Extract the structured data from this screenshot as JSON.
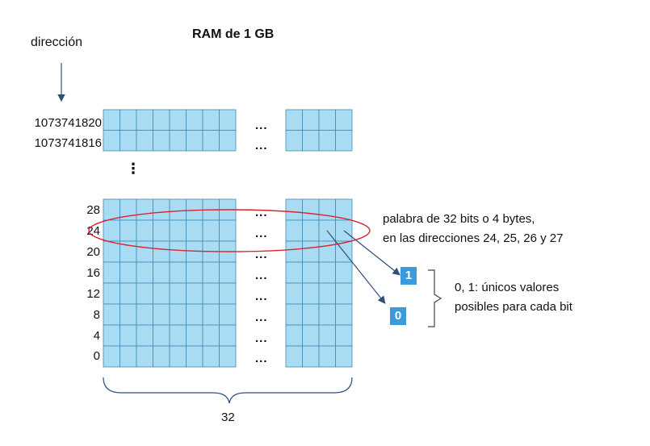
{
  "title": "RAM de 1 GB",
  "address_axis_label": "dirección",
  "top_addresses": [
    "1073741820",
    "1073741816"
  ],
  "bottom_addresses": [
    "28",
    "24",
    "20",
    "16",
    "12",
    "8",
    "4",
    "0"
  ],
  "ellipsis": "...",
  "vertical_ellipsis": "⋮",
  "word_note": {
    "line1": "palabra de 32 bits o 4 bytes,",
    "line2": "en las direcciones 24, 25, 26 y 27"
  },
  "bit_values": [
    "1",
    "0"
  ],
  "bit_note": {
    "line1": "0, 1: únicos valores",
    "line2": "posibles para cada bit"
  },
  "width_label": "32",
  "colors": {
    "cell_fill": "#a9dcf2",
    "cell_border": "#3c8bb4",
    "highlight": "#d9232e",
    "bit_box": "#3b9ad9",
    "arrow": "#2f4f7f"
  }
}
